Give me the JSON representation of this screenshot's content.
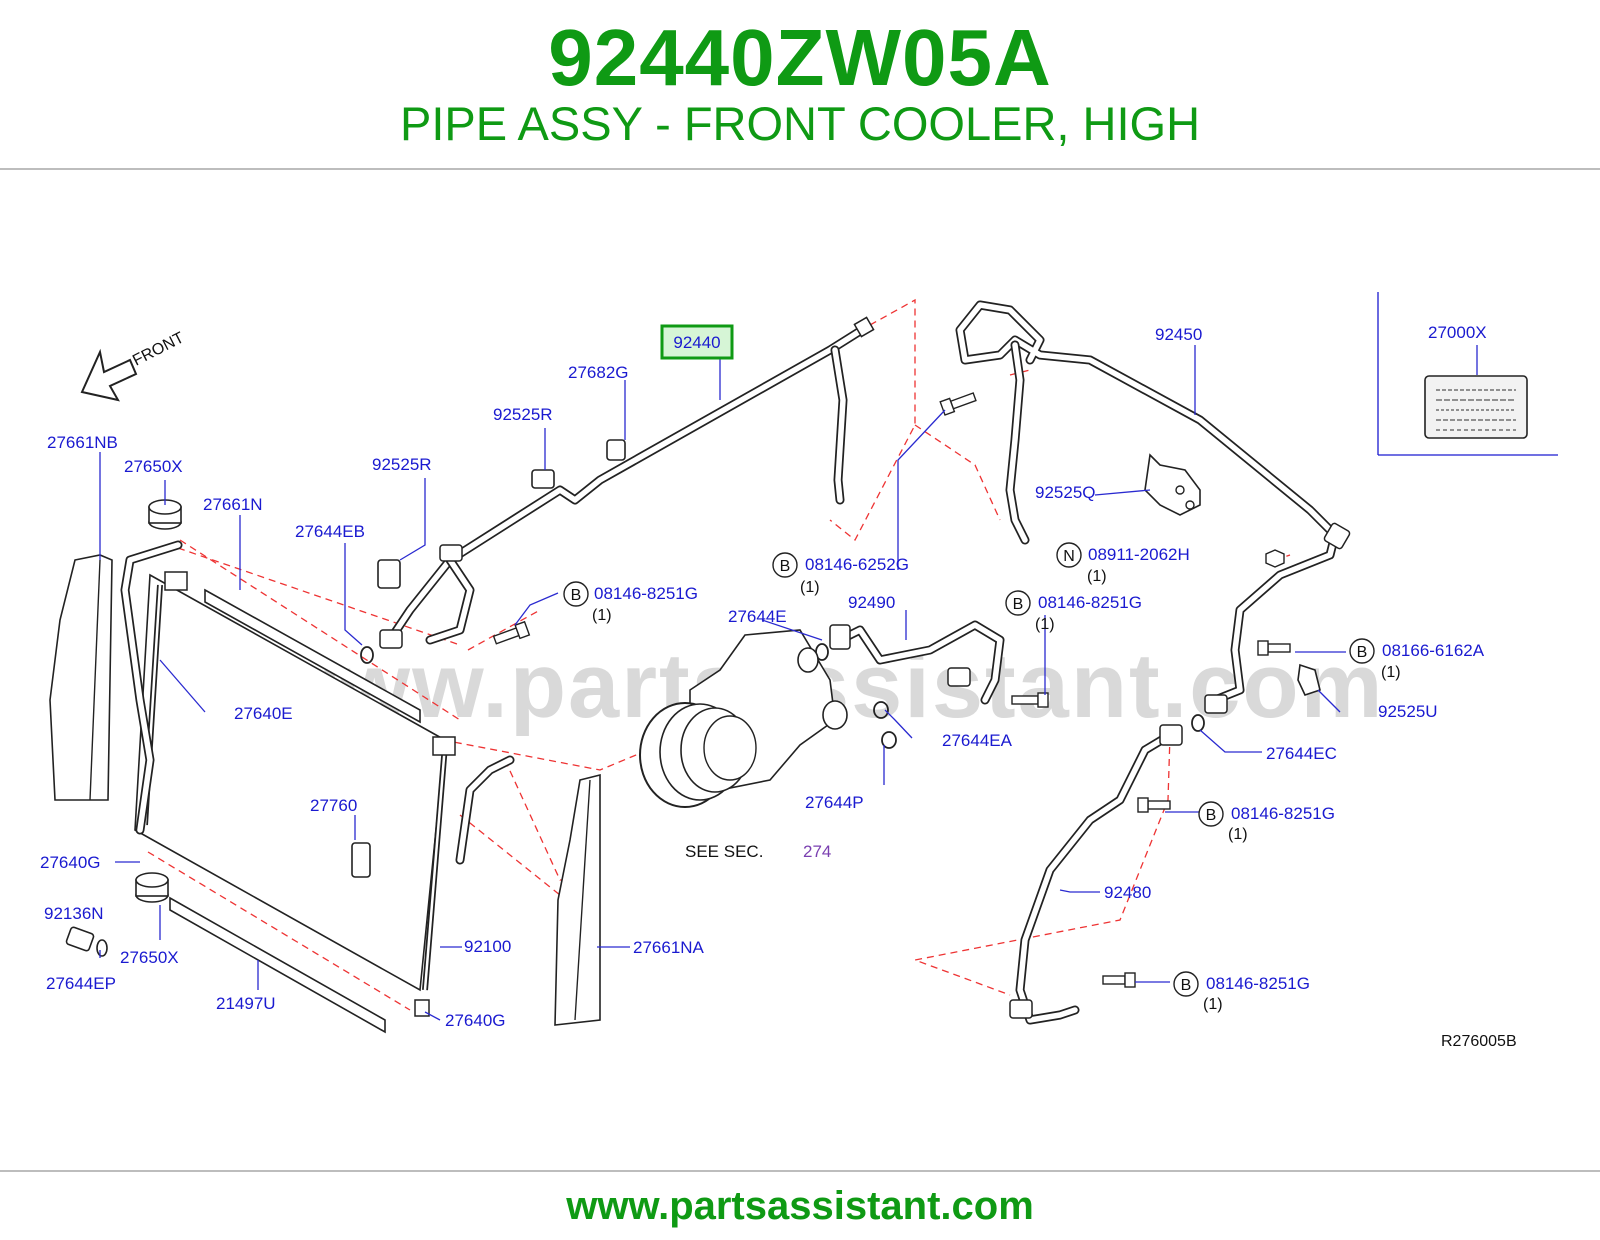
{
  "header": {
    "part_number": "92440ZW05A",
    "description": "PIPE ASSY - FRONT COOLER, HIGH"
  },
  "footer": {
    "url": "www.partsassistant.com"
  },
  "diagram": {
    "watermark": "www.partsassistant.com",
    "front_label": "FRONT",
    "see_sec": "SEE   SEC.",
    "see_sec_ref": "274",
    "ref_code": "R276005B",
    "highlight_color": "#0f9a14",
    "label_color": "#1a1ad0",
    "callouts": {
      "c92440": "92440",
      "c27682G": "27682G",
      "c92525R_a": "92525R",
      "c92525R_b": "92525R",
      "c27661NB": "27661NB",
      "c27650X_a": "27650X",
      "c27661N": "27661N",
      "c27644EB": "27644EB",
      "c08146_8251G_a": "08146-8251G",
      "c08146_6252G": "08146-6252G",
      "c92490": "92490",
      "c27644E": "27644E",
      "c08146_8251G_b": "08146-8251G",
      "c92450": "92450",
      "c27000X": "27000X",
      "c92525Q": "92525Q",
      "c08911_2062H": "08911-2062H",
      "c08166_6162A": "08166-6162A",
      "c92525U": "92525U",
      "c27644EC": "27644EC",
      "c27640E": "27640E",
      "c27644EA": "27644EA",
      "c27644P": "27644P",
      "c27760": "27760",
      "c27640G_a": "27640G",
      "c92136N": "92136N",
      "c27650X_b": "27650X",
      "c27644EP": "27644EP",
      "c21497U": "21497U",
      "c92100": "92100",
      "c27640G_b": "27640G",
      "c27661NA": "27661NA",
      "c08146_8251G_c": "08146-8251G",
      "c92480": "92480",
      "c08146_8251G_d": "08146-8251G"
    },
    "badges": {
      "b1": "B",
      "b2": "B",
      "b3": "N",
      "b4": "B",
      "b5": "B",
      "b6": "B",
      "b7": "B"
    },
    "quantities": {
      "q1": "(1)",
      "q2": "(1)",
      "q3": "(1)",
      "q4": "(1)",
      "q5": "(1)",
      "q6": "(1)",
      "q7": "(1)"
    }
  }
}
